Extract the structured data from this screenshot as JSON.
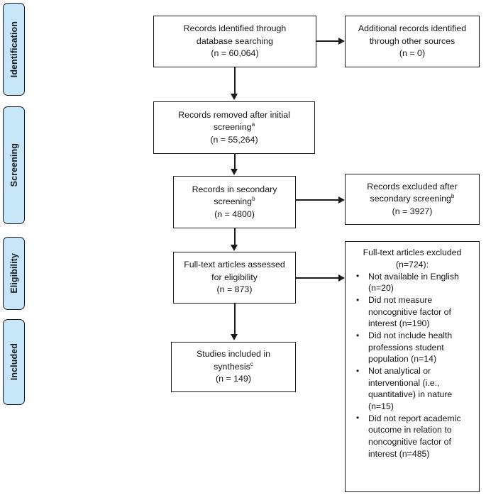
{
  "diagram": {
    "type": "prisma-flow-diagram",
    "accent_fill": "#c6e6f7",
    "line_color": "#1b1b1b"
  },
  "phases": [
    {
      "id": "identification",
      "label": "Identification"
    },
    {
      "id": "screening",
      "label": "Screening"
    },
    {
      "id": "eligibility",
      "label": "Eligibility"
    },
    {
      "id": "included",
      "label": "Included"
    }
  ],
  "boxes": {
    "identified": {
      "line1": "Records identified through",
      "line2": "database searching",
      "line3": "(n = 60,064)"
    },
    "additional": {
      "line1": "Additional records identified",
      "line2": "through other sources",
      "line3": "(n = 0)"
    },
    "removed": {
      "line1": "Records removed after initial",
      "line2": "screening",
      "line2_sup": "a",
      "line3": "(n = 55,264)"
    },
    "secondary": {
      "line1": "Records in secondary",
      "line2": "screening",
      "line2_sup": "b",
      "line3": "(n = 4800)"
    },
    "excluded_secondary": {
      "line1": "Records excluded after",
      "line2": "secondary screening",
      "line2_sup": "b",
      "line3": "(n = 3927)"
    },
    "fulltext": {
      "line1": "Full-text articles assessed",
      "line2": "for eligibility",
      "line3": "(n = 873)"
    },
    "included": {
      "line1": "Studies included in",
      "line2": "synthesis",
      "line2_sup": "c",
      "line3": "(n = 149)"
    }
  },
  "exclusions": {
    "header_line1": "Full-text articles excluded",
    "header_line2": "(n=724):",
    "items": [
      "Not available in English (n=20)",
      "Did not measure noncognitive factor of interest (n=190)",
      "Did not include health professions student population (n=14)",
      "Not analytical or interventional (i.e., quantitative) in nature (n=15)",
      "Did not report academic outcome in relation to noncognitive factor of interest (n=485)"
    ]
  }
}
